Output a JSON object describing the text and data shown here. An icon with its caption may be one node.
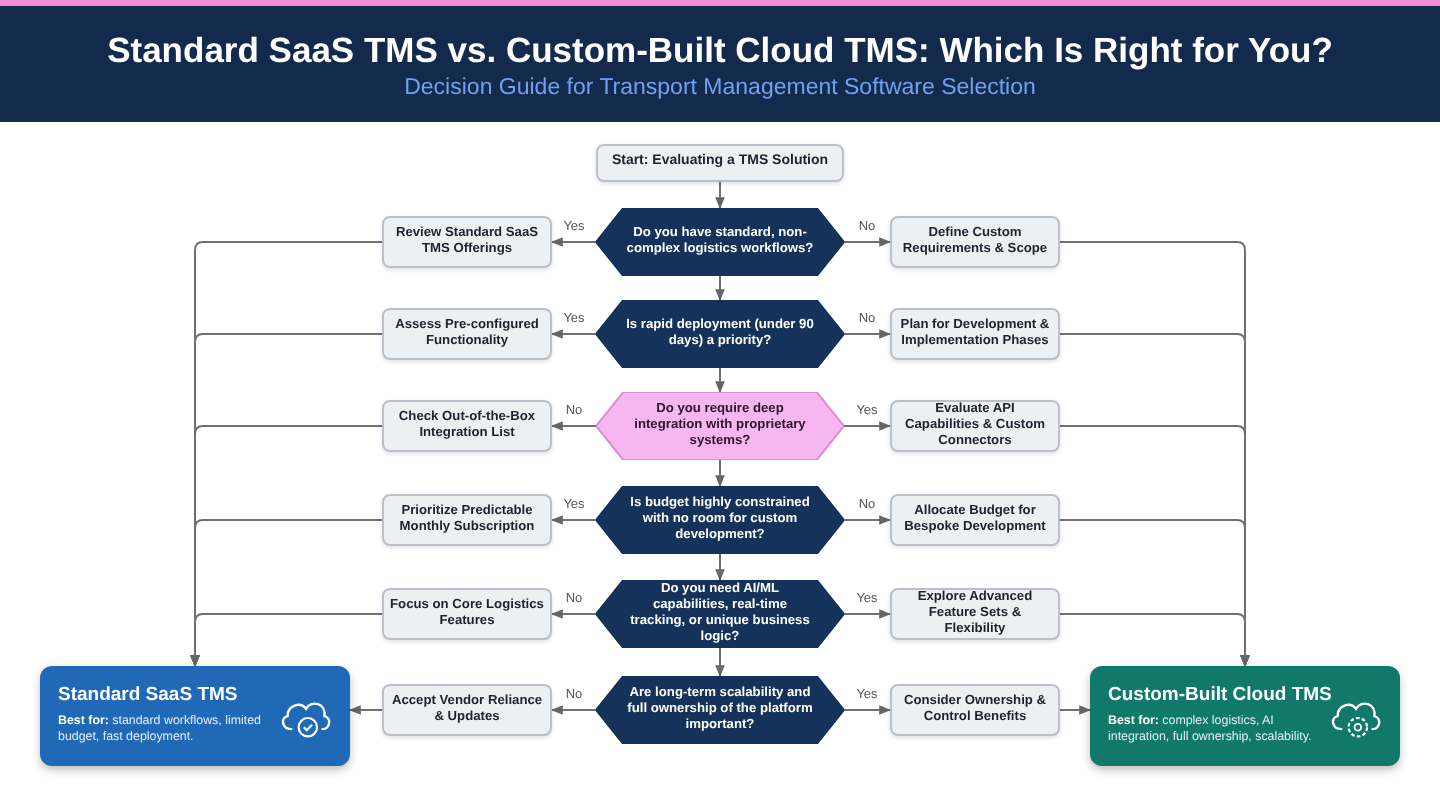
{
  "diagram": {
    "title": "Standard SaaS TMS vs. Custom-Built Cloud TMS: Which Is Right for You?",
    "caption": "Decision Guide for Transport Management Software Selection",
    "nodes": [
      {
        "text": [
          "Start: Evaluating a TMS Solution"
        ]
      },
      {
        "text": [
          "Do you have standard, non-complex logistics workflows?"
        ]
      },
      {
        "text": [
          "Review Standard SaaS TMS Offerings"
        ]
      },
      {
        "text": [
          "Define Custom Requirements & Scope"
        ]
      },
      {
        "text": [
          "Is rapid deployment (under 90 days) a priority?"
        ]
      },
      {
        "text": [
          "Assess Pre-configured Functionality"
        ]
      },
      {
        "text": [
          "Plan for Development & Implementation Phases"
        ]
      },
      {
        "text": [
          "Do you require deep integration with proprietary systems?"
        ]
      },
      {
        "text": [
          "Check Out-of-the-Box Integration List"
        ]
      },
      {
        "text": [
          "Evaluate API Capabilities & Custom Connectors"
        ]
      },
      {
        "text": [
          "Is budget highly constrained with no room for custom development?"
        ]
      },
      {
        "text": [
          "Prioritize Predictable Monthly Subscription"
        ]
      },
      {
        "text": [
          "Allocate Budget for Bespoke Development"
        ]
      },
      {
        "text": [
          "Do you need AI/ML capabilities, real-time tracking, or unique business logic?"
        ]
      },
      {
        "text": [
          "Focus on Core Logistics Features"
        ]
      },
      {
        "text": [
          "Explore Advanced Feature Sets & Flexibility"
        ]
      },
      {
        "text": [
          "Are long-term scalability and full ownership of the platform important?"
        ]
      },
      {
        "text": [
          "Accept Vendor Reliance & Updates"
        ]
      },
      {
        "text": [
          "Consider Ownership & Control Benefits"
        ]
      },
      {
        "text": [
          "Standard SaaS TMS",
          "**Best for:** standard workflows, limited budget, fast deployment."
        ]
      },
      {
        "text": [
          "Custom-Built Cloud TMS",
          "**Best for:** complex logistics, AI integration, full ownership, scalability."
        ]
      }
    ],
    "edges": [
      {
        "from": 0,
        "to": 1,
        "arrow": "to"
      },
      {
        "from": 1,
        "to": 2,
        "arrow": "to",
        "label": "Yes"
      },
      {
        "from": 1,
        "to": 3,
        "arrow": "to",
        "label": "No"
      },
      {
        "from": 1,
        "to": 4,
        "arrow": "to"
      },
      {
        "from": 4,
        "to": 5,
        "arrow": "to",
        "label": "Yes"
      },
      {
        "from": 4,
        "to": 6,
        "arrow": "to",
        "label": "No"
      },
      {
        "from": 4,
        "to": 7,
        "arrow": "to"
      },
      {
        "from": 7,
        "to": 8,
        "arrow": "to",
        "label": "No"
      },
      {
        "from": 7,
        "to": 9,
        "arrow": "to",
        "label": "Yes"
      },
      {
        "from": 7,
        "to": 10,
        "arrow": "to"
      },
      {
        "from": 10,
        "to": 11,
        "arrow": "to",
        "label": "Yes"
      },
      {
        "from": 10,
        "to": 12,
        "arrow": "to",
        "label": "No"
      },
      {
        "from": 10,
        "to": 13,
        "arrow": "to"
      },
      {
        "from": 13,
        "to": 14,
        "arrow": "to",
        "label": "No"
      },
      {
        "from": 13,
        "to": 15,
        "arrow": "to",
        "label": "Yes"
      },
      {
        "from": 13,
        "to": 16,
        "arrow": "to"
      },
      {
        "from": 16,
        "to": 17,
        "arrow": "to",
        "label": "No"
      },
      {
        "from": 16,
        "to": 18,
        "arrow": "to",
        "label": "Yes"
      },
      {
        "from": 2,
        "to": 19,
        "arrow": "to"
      },
      {
        "from": 5,
        "to": 19,
        "arrow": "to"
      },
      {
        "from": 8,
        "to": 19,
        "arrow": "to"
      },
      {
        "from": 11,
        "to": 19,
        "arrow": "to"
      },
      {
        "from": 14,
        "to": 19,
        "arrow": "to"
      },
      {
        "from": 17,
        "to": 19,
        "arrow": "to"
      },
      {
        "from": 3,
        "to": 20,
        "arrow": "to"
      },
      {
        "from": 6,
        "to": 20,
        "arrow": "to"
      },
      {
        "from": 9,
        "to": 20,
        "arrow": "to"
      },
      {
        "from": 12,
        "to": 20,
        "arrow": "to"
      },
      {
        "from": 15,
        "to": 20,
        "arrow": "to"
      },
      {
        "from": 18,
        "to": 20,
        "arrow": "to"
      }
    ]
  }
}
